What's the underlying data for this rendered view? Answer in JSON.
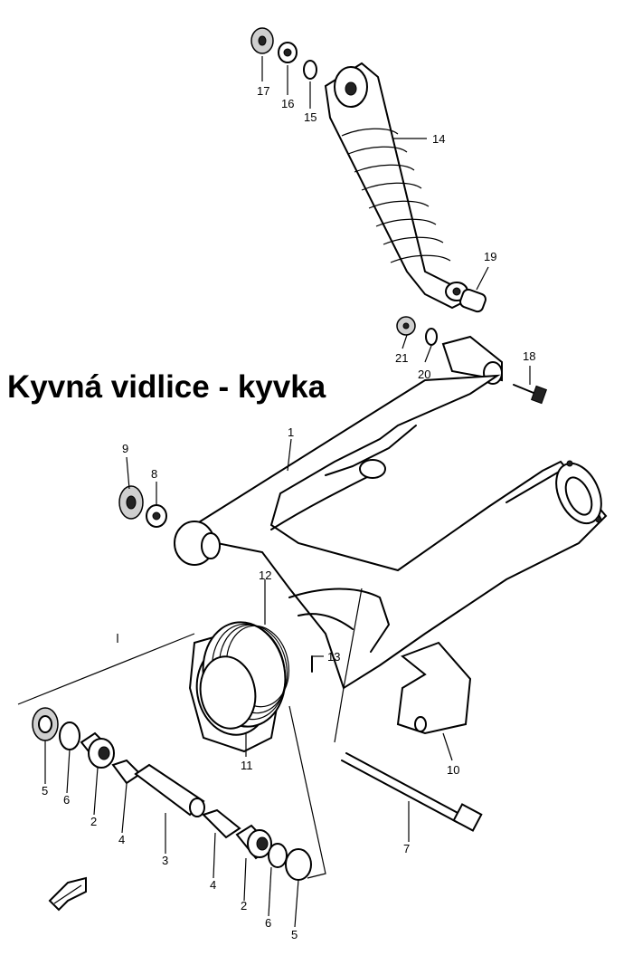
{
  "title": "Kyvná vidlice - kyvka",
  "part_numbers": [
    "17",
    "16",
    "15",
    "14",
    "19",
    "21",
    "20",
    "18",
    "9",
    "8",
    "1",
    "12",
    "13",
    "11",
    "10",
    "7",
    "5",
    "6",
    "2",
    "4",
    "3",
    "4",
    "2",
    "6",
    "5"
  ]
}
